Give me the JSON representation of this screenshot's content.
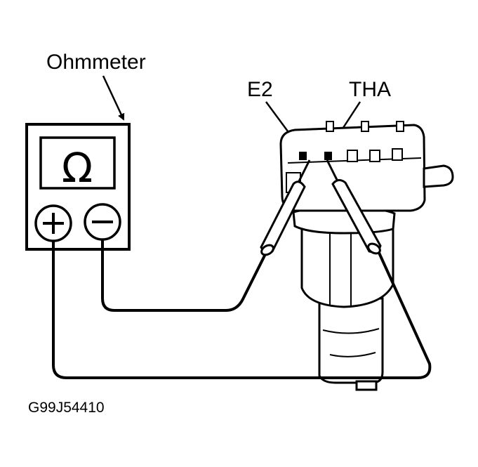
{
  "labels": {
    "ohmmeter": "Ohmmeter",
    "e2": "E2",
    "tha": "THA",
    "figure_code": "G99J54410"
  },
  "meter": {
    "display_symbol": "Ω",
    "positive_terminal": "+",
    "negative_terminal": "−"
  },
  "colors": {
    "ink": "#000000",
    "background": "#ffffff"
  }
}
